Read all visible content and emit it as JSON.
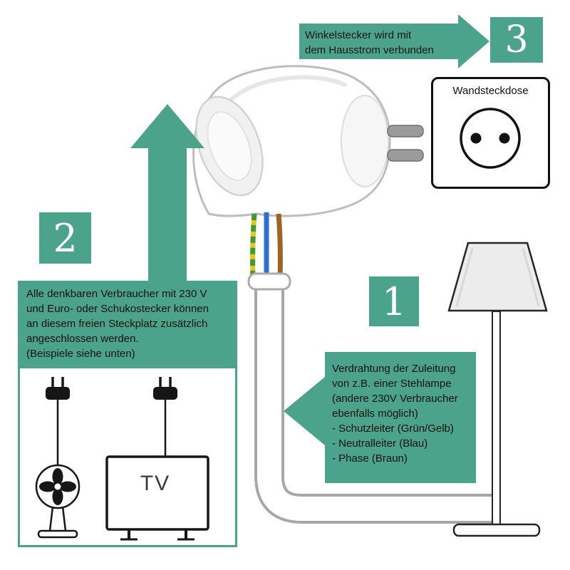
{
  "colors": {
    "teal": "#4ba38c",
    "wire_green": "#3f9c35",
    "wire_yellow": "#e7c51f",
    "wire_blue": "#2e6fd6",
    "wire_brown": "#9d6420"
  },
  "step1": {
    "number": "1",
    "text": "Verdrahtung der Zuleitung\nvon z.B. einer Stehlampe\n(andere 230V Verbraucher\nebenfalls möglich)\n- Schutzleiter (Grün/Gelb)\n- Neutralleiter (Blau)\n- Phase (Braun)"
  },
  "step2": {
    "number": "2",
    "text": "Alle denkbaren Verbraucher mit 230 V\nund Euro- oder Schukostecker können\nan diesem freien Steckplatz zusätzlich\nangeschlossen werden.\n(Beispiele siehe unten)",
    "tv_label": "TV"
  },
  "step3": {
    "number": "3",
    "arrow_text": "Winkelstecker wird mit\ndem Hausstrom verbunden",
    "socket_label": "Wandsteckdose"
  }
}
